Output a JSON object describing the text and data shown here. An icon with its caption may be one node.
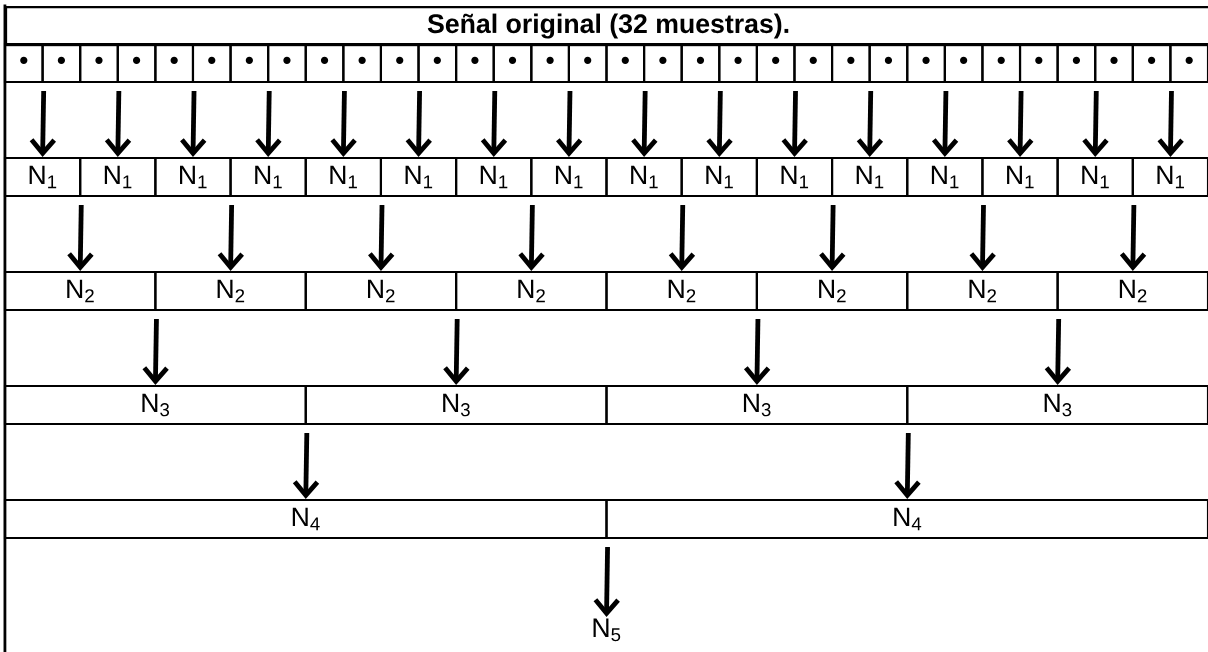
{
  "diagram": {
    "title": "Señal original (32 muestras).",
    "nodes": [
      {
        "text": [
          "•"
        ]
      },
      {
        "text": [
          "•"
        ]
      },
      {
        "text": [
          "•"
        ]
      },
      {
        "text": [
          "•"
        ]
      },
      {
        "text": [
          "•"
        ]
      },
      {
        "text": [
          "•"
        ]
      },
      {
        "text": [
          "•"
        ]
      },
      {
        "text": [
          "•"
        ]
      },
      {
        "text": [
          "•"
        ]
      },
      {
        "text": [
          "•"
        ]
      },
      {
        "text": [
          "•"
        ]
      },
      {
        "text": [
          "•"
        ]
      },
      {
        "text": [
          "•"
        ]
      },
      {
        "text": [
          "•"
        ]
      },
      {
        "text": [
          "•"
        ]
      },
      {
        "text": [
          "•"
        ]
      },
      {
        "text": [
          "•"
        ]
      },
      {
        "text": [
          "•"
        ]
      },
      {
        "text": [
          "•"
        ]
      },
      {
        "text": [
          "•"
        ]
      },
      {
        "text": [
          "•"
        ]
      },
      {
        "text": [
          "•"
        ]
      },
      {
        "text": [
          "•"
        ]
      },
      {
        "text": [
          "•"
        ]
      },
      {
        "text": [
          "•"
        ]
      },
      {
        "text": [
          "•"
        ]
      },
      {
        "text": [
          "•"
        ]
      },
      {
        "text": [
          "•"
        ]
      },
      {
        "text": [
          "•"
        ]
      },
      {
        "text": [
          "•"
        ]
      },
      {
        "text": [
          "•"
        ]
      },
      {
        "text": [
          "•"
        ]
      },
      {
        "text": [
          "N$_{1}$"
        ]
      },
      {
        "text": [
          "N$_{1}$"
        ]
      },
      {
        "text": [
          "N$_{1}$"
        ]
      },
      {
        "text": [
          "N$_{1}$"
        ]
      },
      {
        "text": [
          "N$_{1}$"
        ]
      },
      {
        "text": [
          "N$_{1}$"
        ]
      },
      {
        "text": [
          "N$_{1}$"
        ]
      },
      {
        "text": [
          "N$_{1}$"
        ]
      },
      {
        "text": [
          "N$_{1}$"
        ]
      },
      {
        "text": [
          "N$_{1}$"
        ]
      },
      {
        "text": [
          "N$_{1}$"
        ]
      },
      {
        "text": [
          "N$_{1}$"
        ]
      },
      {
        "text": [
          "N$_{1}$"
        ]
      },
      {
        "text": [
          "N$_{1}$"
        ]
      },
      {
        "text": [
          "N$_{1}$"
        ]
      },
      {
        "text": [
          "N$_{1}$"
        ]
      },
      {
        "text": [
          "N$_{2}$"
        ]
      },
      {
        "text": [
          "N$_{2}$"
        ]
      },
      {
        "text": [
          "N$_{2}$"
        ]
      },
      {
        "text": [
          "N$_{2}$"
        ]
      },
      {
        "text": [
          "N$_{2}$"
        ]
      },
      {
        "text": [
          "N$_{2}$"
        ]
      },
      {
        "text": [
          "N$_{2}$"
        ]
      },
      {
        "text": [
          "N$_{2}$"
        ]
      },
      {
        "text": [
          "N$_{3}$"
        ]
      },
      {
        "text": [
          "N$_{3}$"
        ]
      },
      {
        "text": [
          "N$_{3}$"
        ]
      },
      {
        "text": [
          "N$_{3}$"
        ]
      },
      {
        "text": [
          "N$_{4}$"
        ]
      },
      {
        "text": [
          "N$_{4}$"
        ]
      },
      {
        "text": [
          "N$_{5}$"
        ]
      }
    ],
    "edges": [
      {
        "from": 0,
        "to": 32,
        "arrow": "to"
      },
      {
        "from": 1,
        "to": 32,
        "arrow": "to"
      },
      {
        "from": 2,
        "to": 33,
        "arrow": "to"
      },
      {
        "from": 3,
        "to": 33,
        "arrow": "to"
      },
      {
        "from": 4,
        "to": 34,
        "arrow": "to"
      },
      {
        "from": 5,
        "to": 34,
        "arrow": "to"
      },
      {
        "from": 6,
        "to": 35,
        "arrow": "to"
      },
      {
        "from": 7,
        "to": 35,
        "arrow": "to"
      },
      {
        "from": 8,
        "to": 36,
        "arrow": "to"
      },
      {
        "from": 9,
        "to": 36,
        "arrow": "to"
      },
      {
        "from": 10,
        "to": 37,
        "arrow": "to"
      },
      {
        "from": 11,
        "to": 37,
        "arrow": "to"
      },
      {
        "from": 12,
        "to": 38,
        "arrow": "to"
      },
      {
        "from": 13,
        "to": 38,
        "arrow": "to"
      },
      {
        "from": 14,
        "to": 39,
        "arrow": "to"
      },
      {
        "from": 15,
        "to": 39,
        "arrow": "to"
      },
      {
        "from": 16,
        "to": 40,
        "arrow": "to"
      },
      {
        "from": 17,
        "to": 40,
        "arrow": "to"
      },
      {
        "from": 18,
        "to": 41,
        "arrow": "to"
      },
      {
        "from": 19,
        "to": 41,
        "arrow": "to"
      },
      {
        "from": 20,
        "to": 42,
        "arrow": "to"
      },
      {
        "from": 21,
        "to": 42,
        "arrow": "to"
      },
      {
        "from": 22,
        "to": 43,
        "arrow": "to"
      },
      {
        "from": 23,
        "to": 43,
        "arrow": "to"
      },
      {
        "from": 24,
        "to": 44,
        "arrow": "to"
      },
      {
        "from": 25,
        "to": 44,
        "arrow": "to"
      },
      {
        "from": 26,
        "to": 45,
        "arrow": "to"
      },
      {
        "from": 27,
        "to": 45,
        "arrow": "to"
      },
      {
        "from": 28,
        "to": 46,
        "arrow": "to"
      },
      {
        "from": 29,
        "to": 46,
        "arrow": "to"
      },
      {
        "from": 30,
        "to": 47,
        "arrow": "to"
      },
      {
        "from": 31,
        "to": 47,
        "arrow": "to"
      },
      {
        "from": 32,
        "to": 48,
        "arrow": "to"
      },
      {
        "from": 33,
        "to": 48,
        "arrow": "to"
      },
      {
        "from": 34,
        "to": 49,
        "arrow": "to"
      },
      {
        "from": 35,
        "to": 49,
        "arrow": "to"
      },
      {
        "from": 36,
        "to": 50,
        "arrow": "to"
      },
      {
        "from": 37,
        "to": 50,
        "arrow": "to"
      },
      {
        "from": 38,
        "to": 51,
        "arrow": "to"
      },
      {
        "from": 39,
        "to": 51,
        "arrow": "to"
      },
      {
        "from": 40,
        "to": 52,
        "arrow": "to"
      },
      {
        "from": 41,
        "to": 52,
        "arrow": "to"
      },
      {
        "from": 42,
        "to": 53,
        "arrow": "to"
      },
      {
        "from": 43,
        "to": 53,
        "arrow": "to"
      },
      {
        "from": 44,
        "to": 54,
        "arrow": "to"
      },
      {
        "from": 45,
        "to": 54,
        "arrow": "to"
      },
      {
        "from": 46,
        "to": 55,
        "arrow": "to"
      },
      {
        "from": 47,
        "to": 55,
        "arrow": "to"
      },
      {
        "from": 48,
        "to": 56,
        "arrow": "to"
      },
      {
        "from": 49,
        "to": 56,
        "arrow": "to"
      },
      {
        "from": 50,
        "to": 57,
        "arrow": "to"
      },
      {
        "from": 51,
        "to": 57,
        "arrow": "to"
      },
      {
        "from": 52,
        "to": 58,
        "arrow": "to"
      },
      {
        "from": 53,
        "to": 58,
        "arrow": "to"
      },
      {
        "from": 54,
        "to": 59,
        "arrow": "to"
      },
      {
        "from": 55,
        "to": 59,
        "arrow": "to"
      },
      {
        "from": 56,
        "to": 60,
        "arrow": "to"
      },
      {
        "from": 57,
        "to": 60,
        "arrow": "to"
      },
      {
        "from": 58,
        "to": 61,
        "arrow": "to"
      },
      {
        "from": 59,
        "to": 61,
        "arrow": "to"
      },
      {
        "from": 60,
        "to": 62,
        "arrow": "to"
      },
      {
        "from": 61,
        "to": 62,
        "arrow": "to"
      }
    ]
  }
}
